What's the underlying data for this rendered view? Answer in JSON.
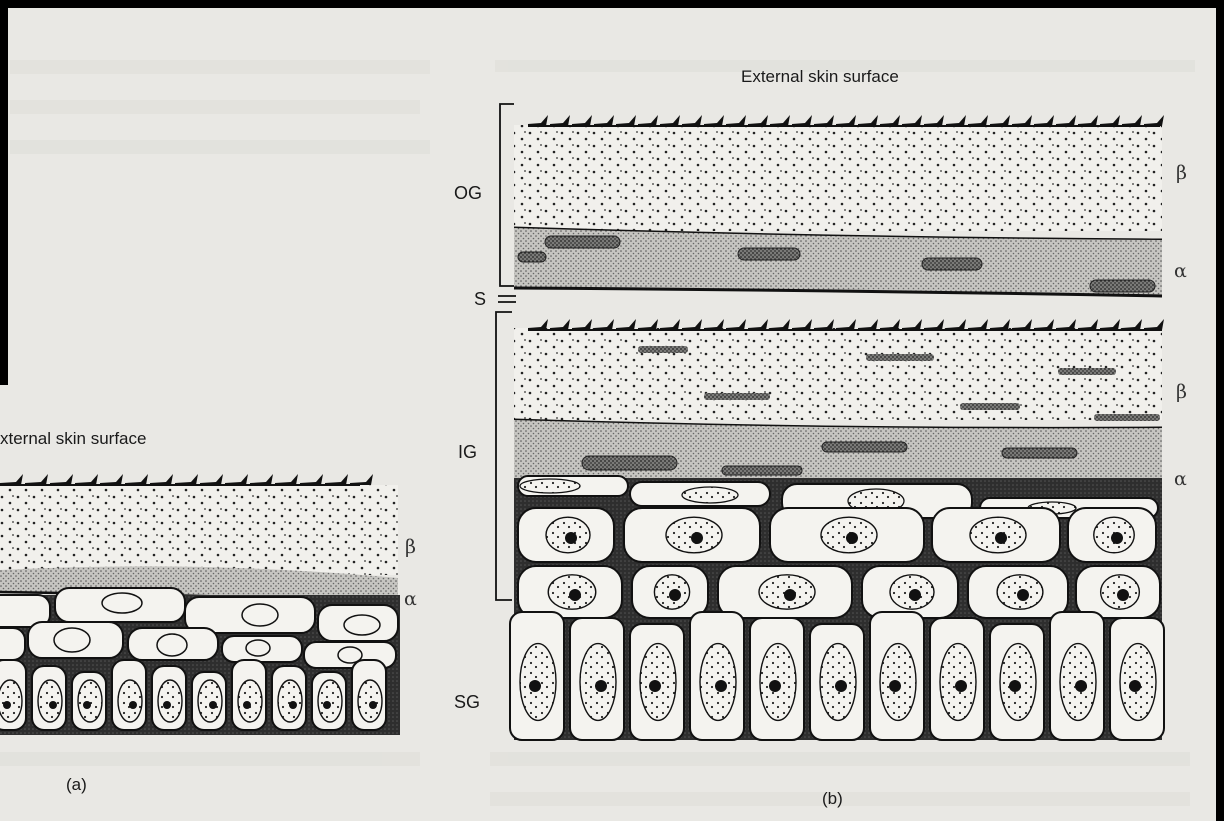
{
  "panel_a": {
    "surface_label": "xternal skin surface",
    "layer_beta": "β",
    "layer_alpha": "α",
    "panel_label": "(a)"
  },
  "panel_b": {
    "surface_label": "External skin surface",
    "og_label": "OG",
    "s_label": "S",
    "ig_label": "IG",
    "sg_label": "SG",
    "og_beta": "β",
    "og_alpha": "α",
    "ig_beta": "β",
    "ig_alpha": "α",
    "panel_label": "(b)"
  },
  "colors": {
    "background": "#e9e8e4",
    "ink": "#151515",
    "beta_layer": "#f1f0ec",
    "alpha_layer": "#bdbcb8",
    "cell": "#f4f3ef",
    "cell_gap": "#2a2a2a",
    "black_bar": "#000000"
  }
}
